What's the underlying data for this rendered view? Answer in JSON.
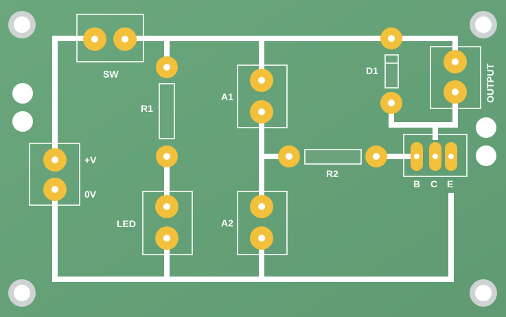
{
  "board": {
    "color": "#6aa37c",
    "trace_color": "#ffffff",
    "pad_color": "#f2c03a"
  },
  "labels": {
    "switch": "SW",
    "r1": "R1",
    "led": "LED",
    "plus_v": "+V",
    "zero_v": "0V",
    "a1": "A1",
    "a2": "A2",
    "r2": "R2",
    "d1": "D1",
    "output": "OUTPUT",
    "pin_b": "B",
    "pin_c": "C",
    "pin_e": "E"
  }
}
